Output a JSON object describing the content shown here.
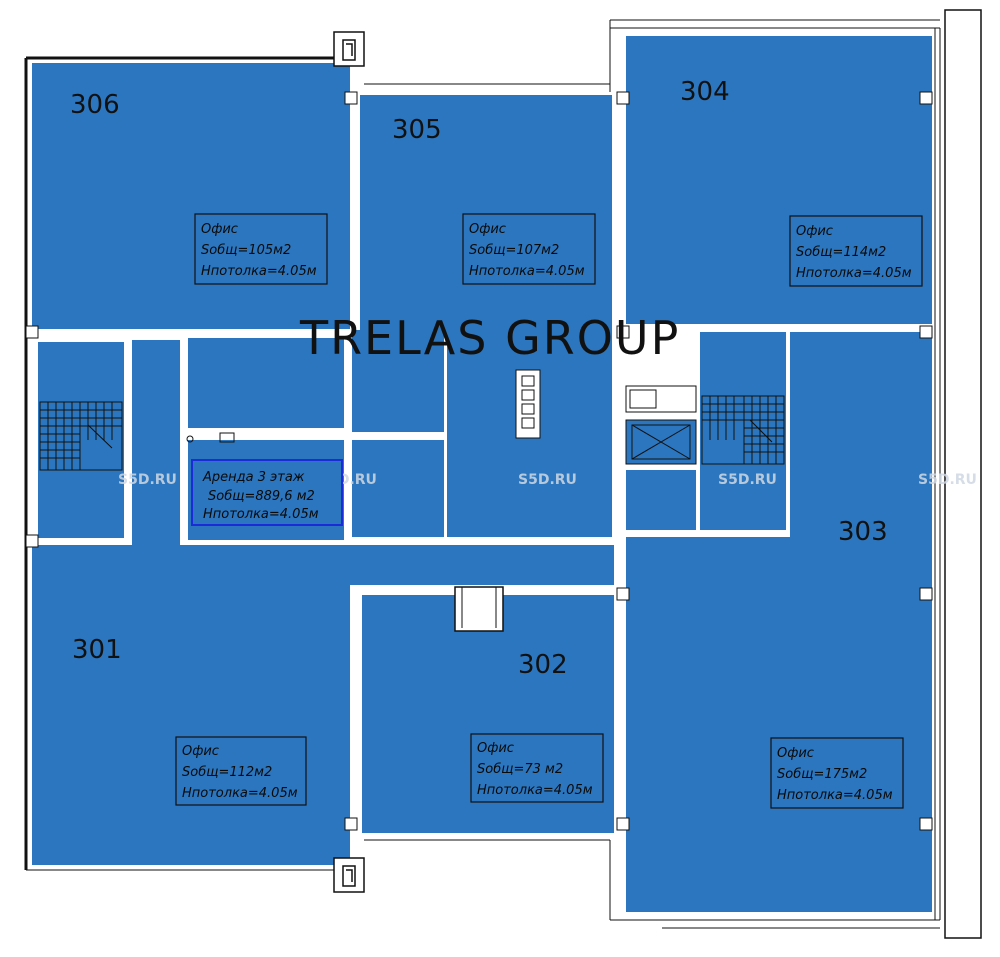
{
  "brand_text": "TRELAS GROUP",
  "watermark": "S5D.RU",
  "rooms": [
    {
      "number": "306",
      "type": "Офис",
      "area": "Sобщ=105м2",
      "height": "Hпотолка=4.05м"
    },
    {
      "number": "305",
      "type": "Офис",
      "area": "Sобщ=107м2",
      "height": "Hпотолка=4.05м"
    },
    {
      "number": "304",
      "type": "Офис",
      "area": "Sобщ=114м2",
      "height": "Hпотолка=4.05м"
    },
    {
      "number": "303",
      "type": "Офис",
      "area": "Sобщ=175м2",
      "height": "Hпотолка=4.05м"
    },
    {
      "number": "302",
      "type": "Офис",
      "area": "Sобщ=73 м2",
      "height": "Hпотолка=4.05м"
    },
    {
      "number": "301",
      "type": "Офис",
      "area": "Sобщ=112м2",
      "height": "Hпотолка=4.05м"
    }
  ],
  "summary": {
    "title": "Аренда 3 этаж",
    "area": "Sобщ=889,6 м2",
    "height": "Hпотолка=4.05м"
  },
  "colors": {
    "room_fill": "#2b76be",
    "walls": "#ffffff",
    "outline": "#111111",
    "summary_box": "#1b2bd8"
  }
}
